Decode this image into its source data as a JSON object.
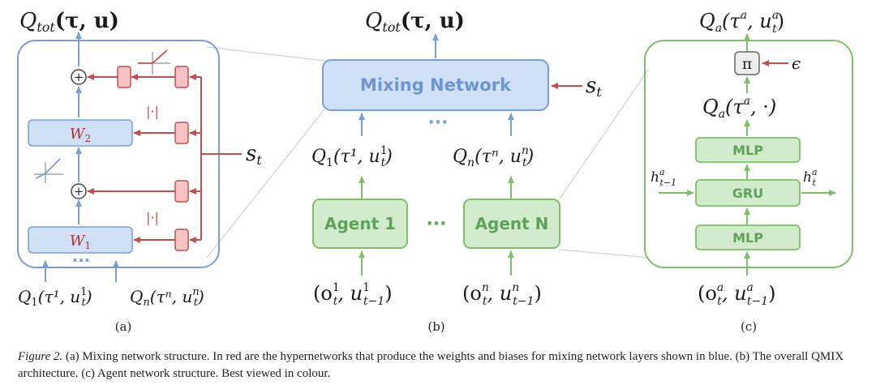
{
  "colors": {
    "blue_fill": "#cfe0f7",
    "blue_stroke": "#7a9fd6",
    "blue_text": "#6d95cf",
    "red_fill": "#f6c4c4",
    "red_stroke": "#c0504d",
    "green_fill": "#d3ebcd",
    "green_stroke": "#7fbf6a",
    "green_text": "#5fa25a"
  },
  "panel_a": {
    "output": "Q",
    "output_sub": "tot",
    "output_args": "(τ, u)",
    "w2": "W",
    "w2_sub": "2",
    "w1": "W",
    "w1_sub": "1",
    "abs1": "|·|",
    "abs2": "|·|",
    "plus1": "+",
    "plus2": "+",
    "dots": "···",
    "state": "s",
    "state_sub": "t",
    "input1": "Q",
    "input1_sub": "1",
    "input1_args": "(τ¹, u",
    "input1_argsub": "t",
    "input1_argsup": "1",
    "inputn": "Q",
    "inputn_sub": "n",
    "inputn_args": "(τⁿ, u",
    "inputn_argsub": "t",
    "inputn_argsup": "n",
    "label": "(a)"
  },
  "panel_b": {
    "output": "Q",
    "output_sub": "tot",
    "output_args": "(τ, u)",
    "mixing": "Mixing Network",
    "state": "s",
    "state_sub": "t",
    "q1": "Q",
    "q1_sub": "1",
    "q1_args": "(τ¹, u",
    "q1_argsub": "t",
    "q1_argsup": "1",
    "qn": "Q",
    "qn_sub": "n",
    "qn_args": "(τⁿ, u",
    "qn_argsub": "t",
    "qn_argsup": "n",
    "dots_top": "···",
    "agent1": "Agent 1",
    "agentn": "Agent N",
    "dots_mid": "···",
    "obs1": "(o",
    "obs1_sub": "t",
    "obs1_sup": "1",
    "obs1_mid": ", u",
    "obs1_sub2": "t−1",
    "obs1_sup2": "1",
    "obsn": "(o",
    "obsn_sub": "t",
    "obsn_sup": "n",
    "obsn_mid": ", u",
    "obsn_sub2": "t−1",
    "obsn_sup2": "n",
    "label": "(b)"
  },
  "panel_c": {
    "output": "Q",
    "output_sub": "a",
    "output_args": "(τ",
    "output_sup": "a",
    "output_args2": ", u",
    "output_sub2": "t",
    "output_sup2": "a",
    "pi": "π",
    "epsilon": "ϵ",
    "q_mid": "Q",
    "q_mid_sub": "a",
    "q_mid_args": "(τ",
    "q_mid_sup": "a",
    "q_mid_args2": ", ·)",
    "mlp_top": "MLP",
    "gru": "GRU",
    "mlp_bottom": "MLP",
    "h_in": "h",
    "h_in_sup": "a",
    "h_in_sub": "t−1",
    "h_out": "h",
    "h_out_sup": "a",
    "h_out_sub": "t",
    "obs": "(o",
    "obs_sub": "t",
    "obs_sup": "a",
    "obs_mid": ", u",
    "obs_sub2": "t−1",
    "obs_sup2": "a",
    "label": "(c)"
  },
  "caption": {
    "label": "Figure 2.",
    "text": " (a) Mixing network structure. In red are the hypernetworks that produce the weights and biases for mixing network layers shown in blue. (b) The overall QMIX architecture. (c) Agent network structure. Best viewed in colour."
  }
}
